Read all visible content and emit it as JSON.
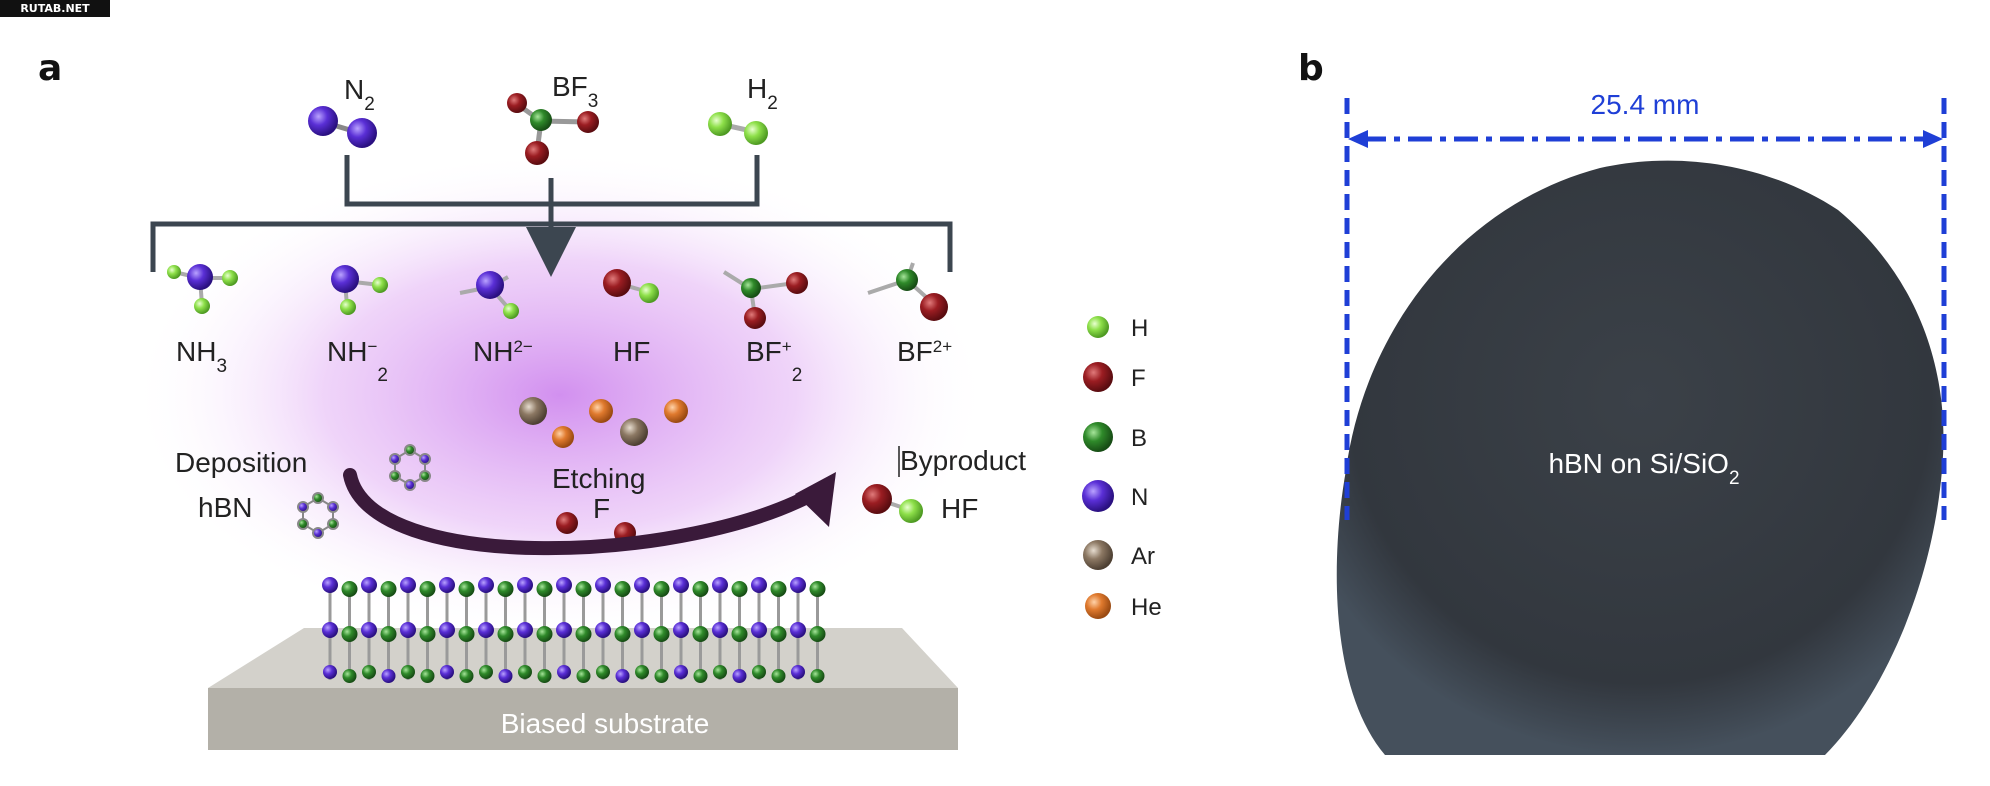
{
  "watermark": "RUTAB.NET",
  "panel_a": {
    "label": "a",
    "precursors": [
      {
        "name": "N",
        "sub": "2"
      },
      {
        "name": "BF",
        "sub": "3"
      },
      {
        "name": "H",
        "sub": "2"
      }
    ],
    "species": [
      {
        "name": "NH",
        "sup": "",
        "sub": "3"
      },
      {
        "name": "NH",
        "sup": "−",
        "sub": "2"
      },
      {
        "name": "NH",
        "sup": "2−",
        "sub": ""
      },
      {
        "name": "HF",
        "sup": "",
        "sub": ""
      },
      {
        "name": "BF",
        "sup": "+",
        "sub": "2"
      },
      {
        "name": "BF",
        "sup": "2+",
        "sub": ""
      }
    ],
    "deposition_label": "Deposition",
    "hbn_label": "hBN",
    "etching_label": "Etching",
    "etching_species": "F",
    "byproduct_label": "Byproduct",
    "byproduct_species": "HF",
    "substrate_label": "Biased substrate",
    "legend": [
      {
        "label": "H",
        "color": "#8ee04a"
      },
      {
        "label": "F",
        "color": "#9b1d22"
      },
      {
        "label": "B",
        "color": "#2f8a2a"
      },
      {
        "label": "N",
        "color": "#5a2fd6"
      },
      {
        "label": "Ar",
        "color": "#8c7863"
      },
      {
        "label": "He",
        "color": "#e07a2e"
      }
    ]
  },
  "panel_b": {
    "label": "b",
    "dimension": "25.4 mm",
    "wafer_label_main": "hBN on Si/SiO",
    "wafer_label_sub": "2"
  },
  "colors": {
    "hydrogen": "#8ee04a",
    "fluorine": "#9b1d22",
    "boron": "#2f8a2a",
    "nitrogen": "#5a2fd6",
    "argon": "#8c7863",
    "helium": "#e07a2e",
    "bracket": "#3c4650",
    "arrow": "#3a1a3a",
    "dimension": "#1f3fd6",
    "wafer": "#363c43",
    "substrate": "#b3b0a8"
  }
}
